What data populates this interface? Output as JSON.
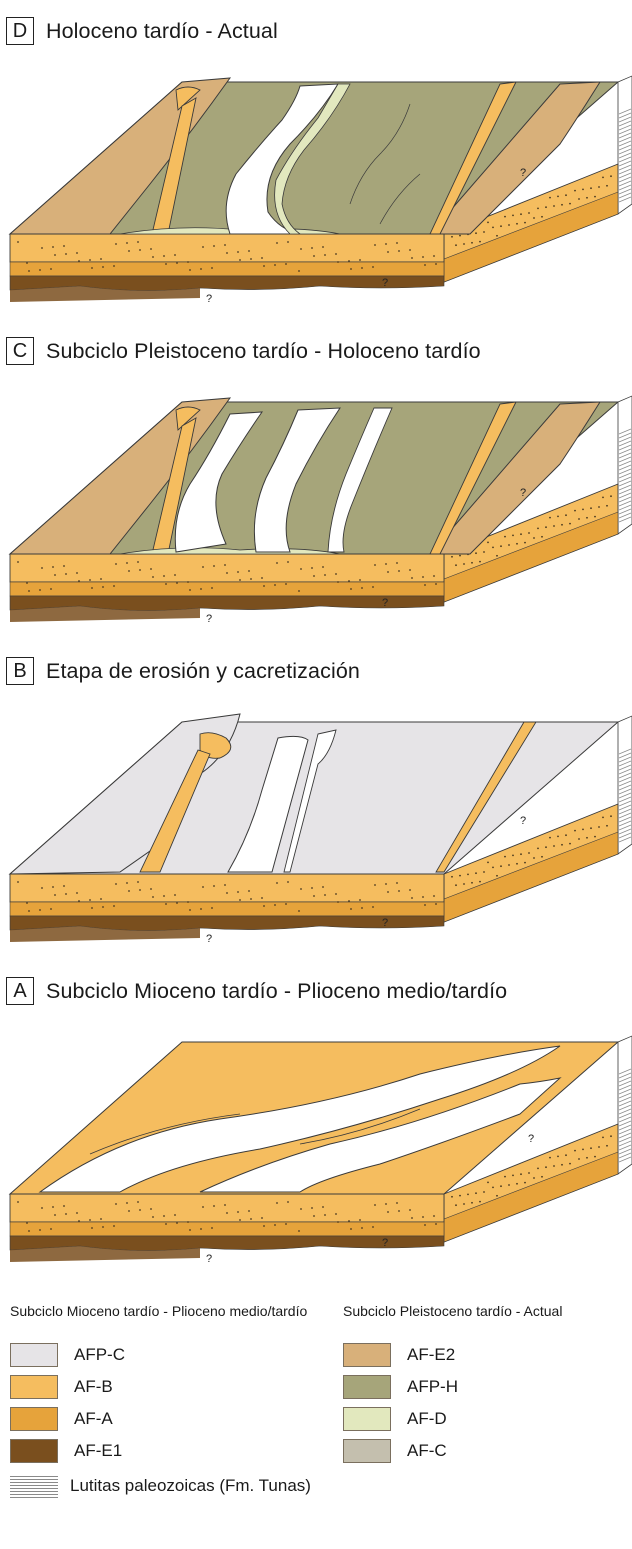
{
  "colors": {
    "afp_c": "#e6e4e7",
    "af_b": "#f5bd5f",
    "af_a": "#e6a33b",
    "af_e1": "#7a4f1e",
    "af_e2": "#d8b07a",
    "afp_h": "#a6a57a",
    "af_d": "#e2e8be",
    "af_c": "#c4bfae",
    "outline": "#3a3a3a"
  },
  "panels": [
    {
      "letter": "D",
      "title": "Holoceno tardío - Actual",
      "stage": "D"
    },
    {
      "letter": "C",
      "title": "Subciclo Pleistoceno tardío - Holoceno tardío",
      "stage": "C"
    },
    {
      "letter": "B",
      "title": "Etapa de erosión y cacretización",
      "stage": "B"
    },
    {
      "letter": "A",
      "title": "Subciclo Mioceno tardío - Plioceno medio/tardío",
      "stage": "A"
    }
  ],
  "uncertain_mark": "?",
  "legend": {
    "left_heading": "Subciclo Mioceno tardío - Plioceno medio/tardío",
    "right_heading": "Subciclo Pleistoceno tardío - Actual",
    "left_items": [
      {
        "label": "AFP-C",
        "color_key": "afp_c"
      },
      {
        "label": "AF-B",
        "color_key": "af_b"
      },
      {
        "label": "AF-A",
        "color_key": "af_a"
      },
      {
        "label": "AF-E1",
        "color_key": "af_e1"
      }
    ],
    "right_items": [
      {
        "label": "AF-E2",
        "color_key": "af_e2"
      },
      {
        "label": "AFP-H",
        "color_key": "afp_h"
      },
      {
        "label": "AF-D",
        "color_key": "af_d"
      },
      {
        "label": "AF-C",
        "color_key": "af_c"
      }
    ],
    "bottom_item": {
      "label": "Lutitas paleozoicas (Fm. Tunas)",
      "pattern": "horizontal-lines"
    }
  }
}
